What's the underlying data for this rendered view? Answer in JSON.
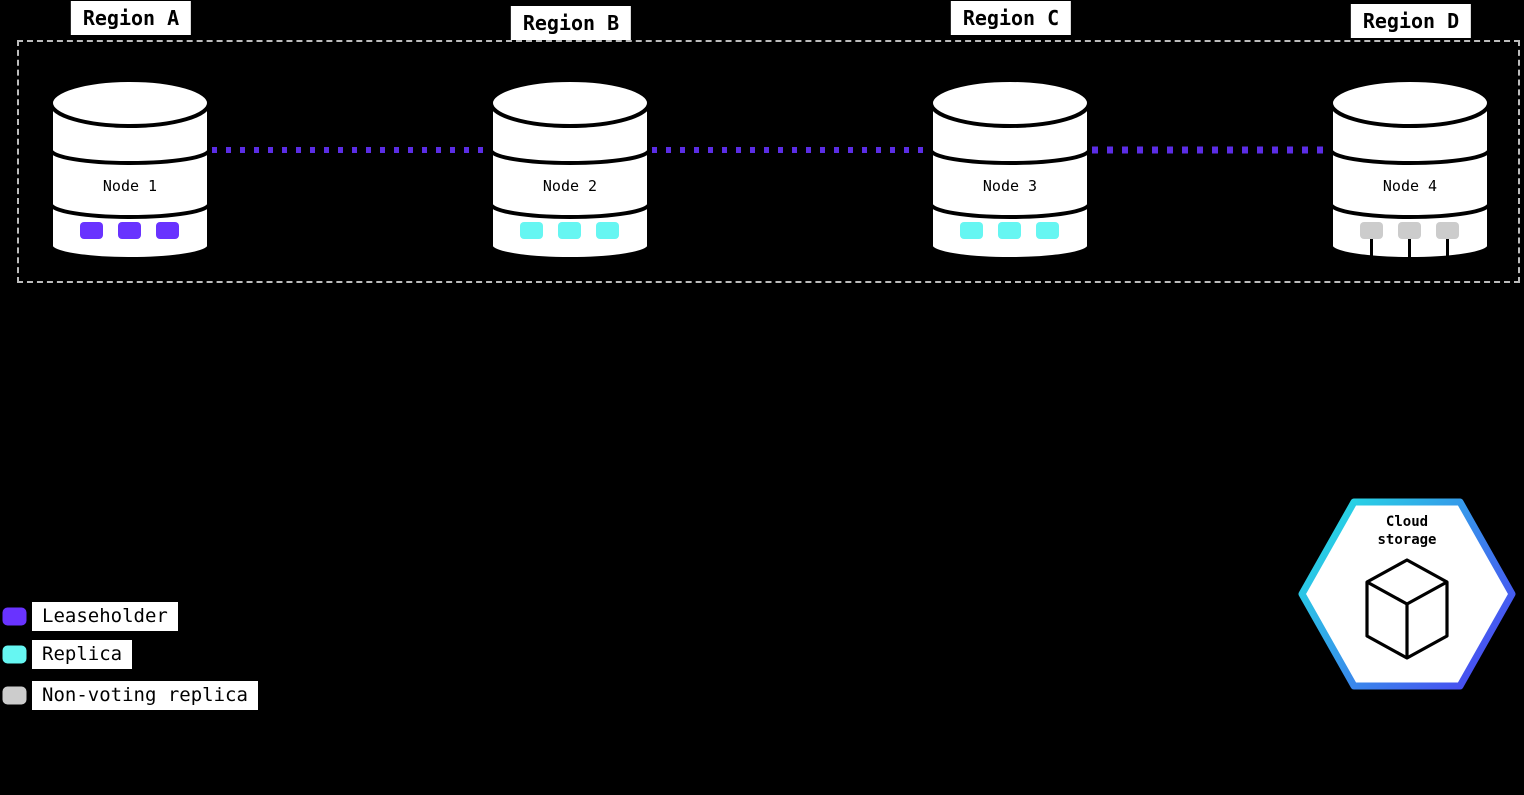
{
  "regions": [
    {
      "label": "Region A"
    },
    {
      "label": "Region B"
    },
    {
      "label": "Region C"
    },
    {
      "label": "Region D"
    }
  ],
  "nodes": [
    {
      "label": "Node 1",
      "marker": "leaseholder",
      "marker_color": "#6933FF"
    },
    {
      "label": "Node 2",
      "marker": "replica",
      "marker_color": "#66F6F2"
    },
    {
      "label": "Node 3",
      "marker": "replica",
      "marker_color": "#66F6F2"
    },
    {
      "label": "Node 4",
      "marker": "non-voting-replica",
      "marker_color": "#CCCCCC"
    }
  ],
  "legend": {
    "items": [
      {
        "label": "Leaseholder",
        "color": "#6933FF"
      },
      {
        "label": "Replica",
        "color": "#66F6F2"
      },
      {
        "label": "Non-voting replica",
        "color": "#CCCCCC"
      }
    ]
  },
  "cloud_storage": {
    "line1": "Cloud",
    "line2": "storage"
  },
  "colors": {
    "background": "#000000",
    "connector": "#5B2DE5",
    "boundary_dash": "#BDBDBD",
    "hex_gradient_start": "#24DFE3",
    "hex_gradient_end": "#4B43F2"
  }
}
